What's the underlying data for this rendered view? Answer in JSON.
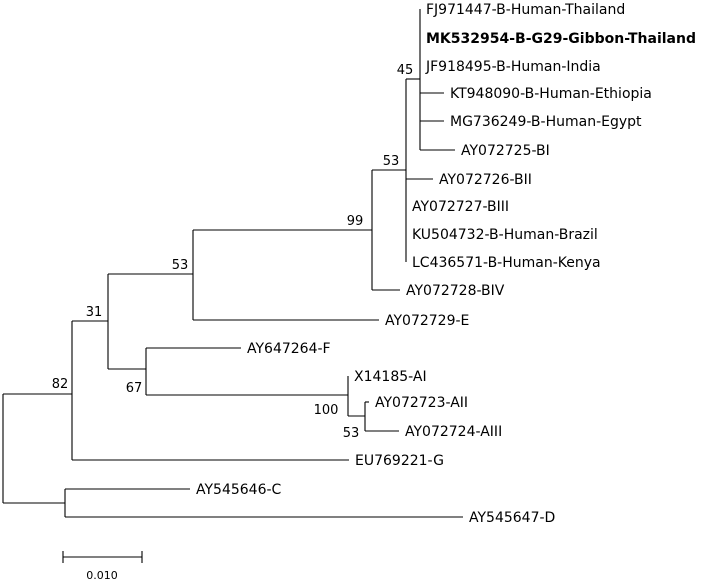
{
  "tree": {
    "leaves": [
      {
        "id": "L1",
        "label": "FJ971447-B-Human-Thailand",
        "bold": false
      },
      {
        "id": "L2",
        "label": "MK532954-B-G29-Gibbon-Thailand",
        "bold": true
      },
      {
        "id": "L3",
        "label": "JF918495-B-Human-India",
        "bold": false
      },
      {
        "id": "L4",
        "label": "KT948090-B-Human-Ethiopia",
        "bold": false
      },
      {
        "id": "L5",
        "label": "MG736249-B-Human-Egypt",
        "bold": false
      },
      {
        "id": "L6",
        "label": "AY072725-BI",
        "bold": false
      },
      {
        "id": "L7",
        "label": "AY072726-BII",
        "bold": false
      },
      {
        "id": "L8",
        "label": "AY072727-BIII",
        "bold": false
      },
      {
        "id": "L9",
        "label": "KU504732-B-Human-Brazil",
        "bold": false
      },
      {
        "id": "L10",
        "label": "LC436571-B-Human-Kenya",
        "bold": false
      },
      {
        "id": "L11",
        "label": "AY072728-BIV",
        "bold": false
      },
      {
        "id": "L12",
        "label": "AY072729-E",
        "bold": false
      },
      {
        "id": "L13",
        "label": "AY647264-F",
        "bold": false
      },
      {
        "id": "L14",
        "label": "X14185-AI",
        "bold": false
      },
      {
        "id": "L15",
        "label": "AY072723-AII",
        "bold": false
      },
      {
        "id": "L16",
        "label": "AY072724-AIII",
        "bold": false
      },
      {
        "id": "L17",
        "label": "EU769221-G",
        "bold": false
      },
      {
        "id": "L18",
        "label": "AY545646-C",
        "bold": false
      },
      {
        "id": "L19",
        "label": "AY545647-D",
        "bold": false
      }
    ],
    "support_values": [
      {
        "node": "n45",
        "value": "45"
      },
      {
        "node": "n53b",
        "value": "53"
      },
      {
        "node": "n99",
        "value": "99"
      },
      {
        "node": "n53a",
        "value": "53"
      },
      {
        "node": "n31",
        "value": "31"
      },
      {
        "node": "n82",
        "value": "82"
      },
      {
        "node": "n67",
        "value": "67"
      },
      {
        "node": "n100",
        "value": "100"
      },
      {
        "node": "n53c",
        "value": "53"
      }
    ],
    "scale_bar": {
      "label": "0.010",
      "value": 0.01
    }
  }
}
